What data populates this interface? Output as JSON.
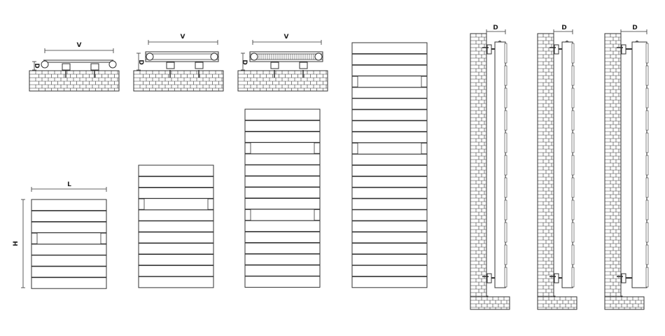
{
  "top_views": [
    {
      "dimension_v": "V",
      "dimension_d": "D",
      "type": "single-tube"
    },
    {
      "dimension_v": "V",
      "dimension_d": "D",
      "type": "double-tube"
    },
    {
      "dimension_v": "V",
      "dimension_d": "D",
      "type": "finned"
    }
  ],
  "front_views": {
    "dimension_l": "L",
    "dimension_h": "H",
    "radiators": [
      {
        "rows": 8,
        "gap_rows": [
          3
        ]
      },
      {
        "rows": 11,
        "gap_rows": [
          3
        ]
      },
      {
        "rows": 16,
        "gap_rows": [
          3,
          9
        ]
      },
      {
        "rows": 22,
        "gap_rows": [
          3,
          9
        ]
      }
    ]
  },
  "side_views": [
    {
      "dimension_d": "D"
    },
    {
      "dimension_d": "D"
    },
    {
      "dimension_d": "D"
    }
  ],
  "colors": {
    "line": "#333333",
    "brick_fill": "#ffffff"
  }
}
